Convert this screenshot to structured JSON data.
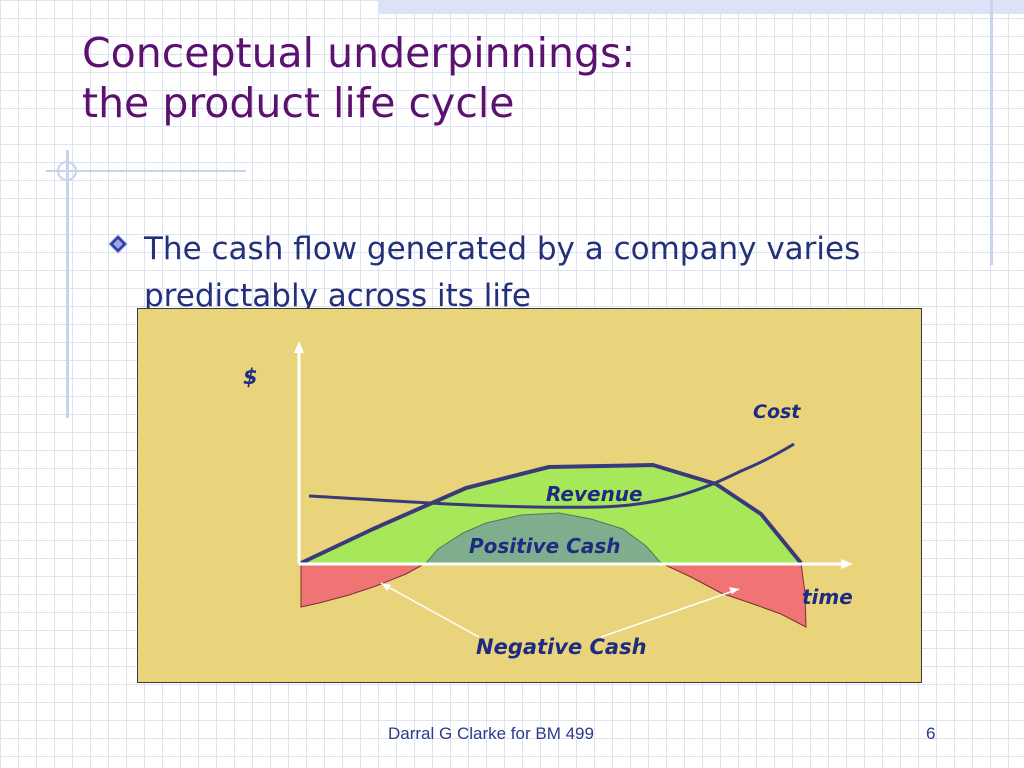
{
  "slide": {
    "title_line1": "Conceptual underpinnings:",
    "title_line2": "the product life cycle",
    "bullet": "The cash flow generated by a company varies predictably across its life"
  },
  "diagram": {
    "y_axis_label": "$",
    "x_axis_label": "time",
    "cost_label": "Cost",
    "revenue_label": "Revenue",
    "positive_cash_label": "Positive Cash",
    "negative_cash_label": "Negative Cash"
  },
  "footer": {
    "author": "Darral G Clarke  for BM 499",
    "page_number": "6"
  },
  "colors": {
    "title": "#5c1070",
    "text": "#23307a",
    "panel": "#e9d47c",
    "revenue_fill": "#a6e85a",
    "positive_cash_fill": "#7fae8e",
    "negative_cash_fill": "#f07474",
    "curve_stroke": "#3a3a7a"
  },
  "icons": {
    "bullet": "diamond-bullet-icon"
  }
}
